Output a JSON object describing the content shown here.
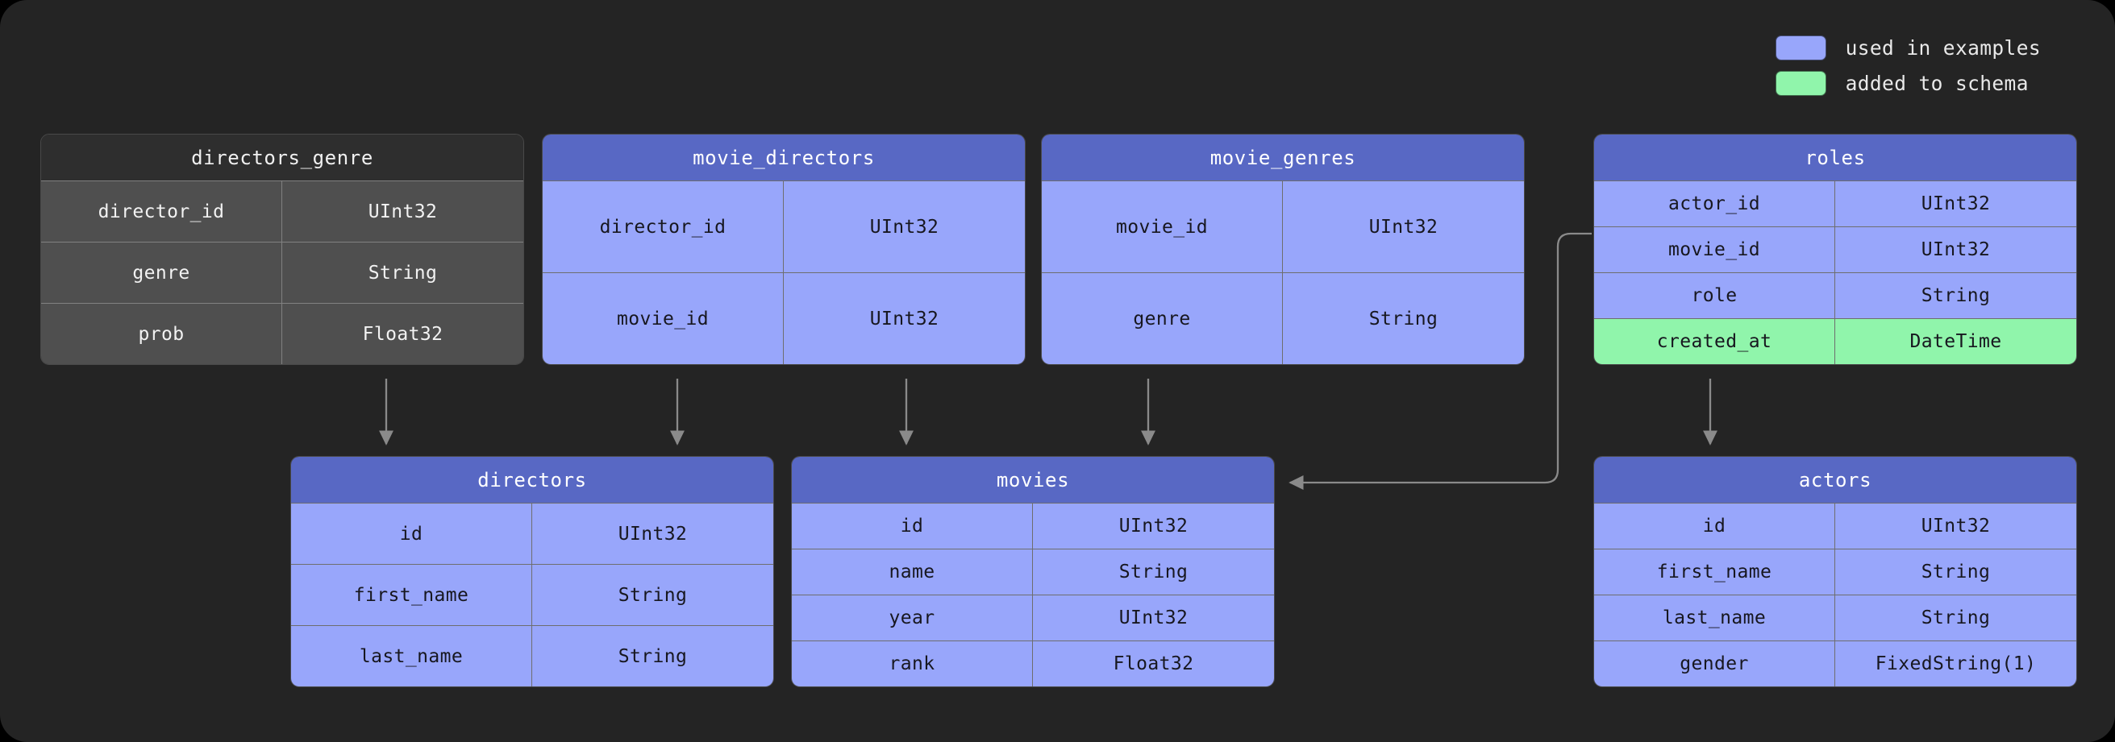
{
  "legend": {
    "items": [
      {
        "label": "used in examples",
        "color": "#98a6fb",
        "swatch_name": "used-in-examples-swatch"
      },
      {
        "label": "added to schema",
        "color": "#90f5ab",
        "swatch_name": "added-to-schema-swatch"
      }
    ]
  },
  "colors": {
    "canvas_background": "#242424",
    "page_background": "#000000",
    "blue_header": "#5868c4",
    "blue_row": "#98a6fb",
    "green_row": "#90f5ab",
    "gray_header": "#2e2e2e",
    "gray_row": "#4f4f4f",
    "edge_stroke": "#8a8a8a"
  },
  "tables": [
    {
      "id": "directors_genre",
      "title": "directors_genre",
      "theme": "gray",
      "columns": [
        {
          "name": "director_id",
          "type": "UInt32",
          "state": "plain"
        },
        {
          "name": "genre",
          "type": "String",
          "state": "plain"
        },
        {
          "name": "prob",
          "type": "Float32",
          "state": "plain"
        }
      ]
    },
    {
      "id": "movie_directors",
      "title": "movie_directors",
      "theme": "blue",
      "columns": [
        {
          "name": "director_id",
          "type": "UInt32",
          "state": "plain"
        },
        {
          "name": "movie_id",
          "type": "UInt32",
          "state": "plain"
        }
      ]
    },
    {
      "id": "movie_genres",
      "title": "movie_genres",
      "theme": "blue",
      "columns": [
        {
          "name": "movie_id",
          "type": "UInt32",
          "state": "plain"
        },
        {
          "name": "genre",
          "type": "String",
          "state": "plain"
        }
      ]
    },
    {
      "id": "roles",
      "title": "roles",
      "theme": "blue",
      "columns": [
        {
          "name": "actor_id",
          "type": "UInt32",
          "state": "plain"
        },
        {
          "name": "movie_id",
          "type": "UInt32",
          "state": "plain"
        },
        {
          "name": "role",
          "type": "String",
          "state": "plain"
        },
        {
          "name": "created_at",
          "type": "DateTime",
          "state": "added"
        }
      ]
    },
    {
      "id": "directors",
      "title": "directors",
      "theme": "blue",
      "columns": [
        {
          "name": "id",
          "type": "UInt32",
          "state": "plain"
        },
        {
          "name": "first_name",
          "type": "String",
          "state": "plain"
        },
        {
          "name": "last_name",
          "type": "String",
          "state": "plain"
        }
      ]
    },
    {
      "id": "movies",
      "title": "movies",
      "theme": "blue",
      "columns": [
        {
          "name": "id",
          "type": "UInt32",
          "state": "plain"
        },
        {
          "name": "name",
          "type": "String",
          "state": "plain"
        },
        {
          "name": "year",
          "type": "UInt32",
          "state": "plain"
        },
        {
          "name": "rank",
          "type": "Float32",
          "state": "plain"
        }
      ]
    },
    {
      "id": "actors",
      "title": "actors",
      "theme": "blue",
      "columns": [
        {
          "name": "id",
          "type": "UInt32",
          "state": "plain"
        },
        {
          "name": "first_name",
          "type": "String",
          "state": "plain"
        },
        {
          "name": "last_name",
          "type": "String",
          "state": "plain"
        },
        {
          "name": "gender",
          "type": "FixedString(1)",
          "state": "plain"
        }
      ]
    }
  ],
  "edges": [
    {
      "id": "directors_genre-to-directors",
      "from": "directors_genre",
      "to": "directors"
    },
    {
      "id": "movie_directors-to-directors",
      "from": "movie_directors",
      "to": "directors"
    },
    {
      "id": "movie_directors-to-movies",
      "from": "movie_directors",
      "to": "movies"
    },
    {
      "id": "movie_genres-to-movies",
      "from": "movie_genres",
      "to": "movies"
    },
    {
      "id": "roles-to-movies",
      "from": "roles",
      "to": "movies"
    },
    {
      "id": "roles-to-actors",
      "from": "roles",
      "to": "actors"
    }
  ]
}
